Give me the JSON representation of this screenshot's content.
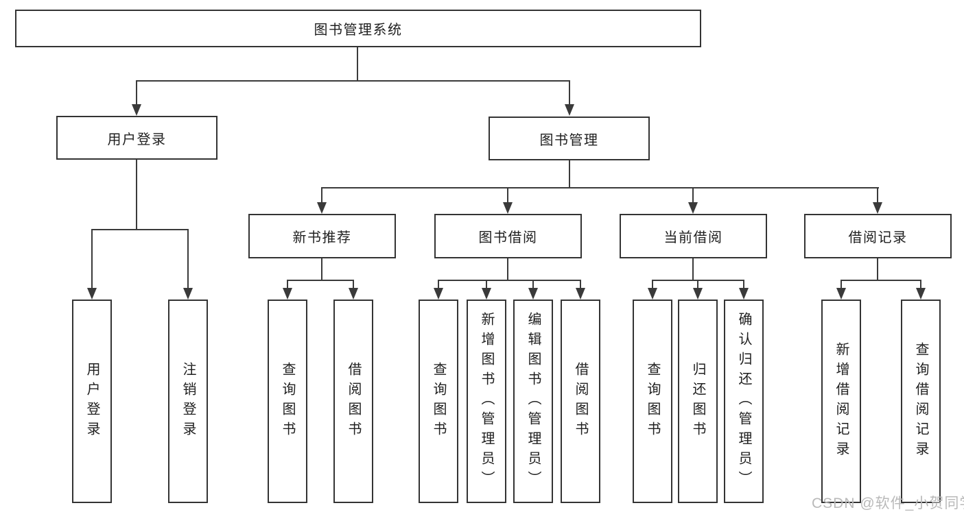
{
  "colors": {
    "background": "#ffffff",
    "line": "#3a3a3a",
    "box_border": "#333333",
    "text": "#1f1f1f",
    "watermark": "#b9b9b9"
  },
  "diagram": {
    "root": {
      "label": "图书管理系统"
    },
    "branches": [
      {
        "label": "用户登录",
        "children": [
          "用户登录",
          "注销登录"
        ]
      },
      {
        "label": "图书管理",
        "sections": [
          {
            "label": "新书推荐",
            "children": [
              "查询图书",
              "借阅图书"
            ]
          },
          {
            "label": "图书借阅",
            "children": [
              "查询图书",
              "新增图书（管理员）",
              "编辑图书（管理员）",
              "借阅图书"
            ]
          },
          {
            "label": "当前借阅",
            "children": [
              "查询图书",
              "归还图书",
              "确认归还（管理员）"
            ]
          },
          {
            "label": "借阅记录",
            "children": [
              "新增借阅记录",
              "查询借阅记录"
            ]
          }
        ]
      }
    ]
  },
  "watermark": {
    "text": "CSDN @软件_小贺同学"
  }
}
